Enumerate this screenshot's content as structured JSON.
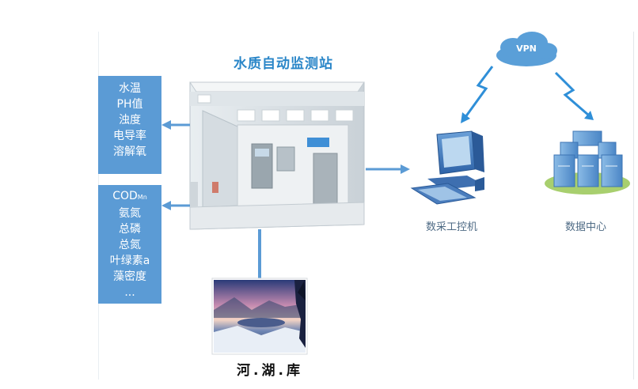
{
  "title": "水质自动监测站",
  "params_group1": [
    "水温",
    "PH值",
    "浊度",
    "电导率",
    "溶解氧"
  ],
  "params_group2_cod": "COD",
  "params_group2_cod_sub": "Mn",
  "params_group2": [
    "氨氮",
    "总磷",
    "总氮",
    "叶绿素a",
    "藻密度",
    "..."
  ],
  "vpn_label": "VPN",
  "acquisition_pc_label": "数采工控机",
  "data_center_label": "数据中心",
  "water_body_label": "河.湖.库",
  "colors": {
    "title": "#2a86c8",
    "param_box": "#5b9bd5",
    "arrow": "#5b9bd5",
    "cloud": "#5a9fd8"
  }
}
